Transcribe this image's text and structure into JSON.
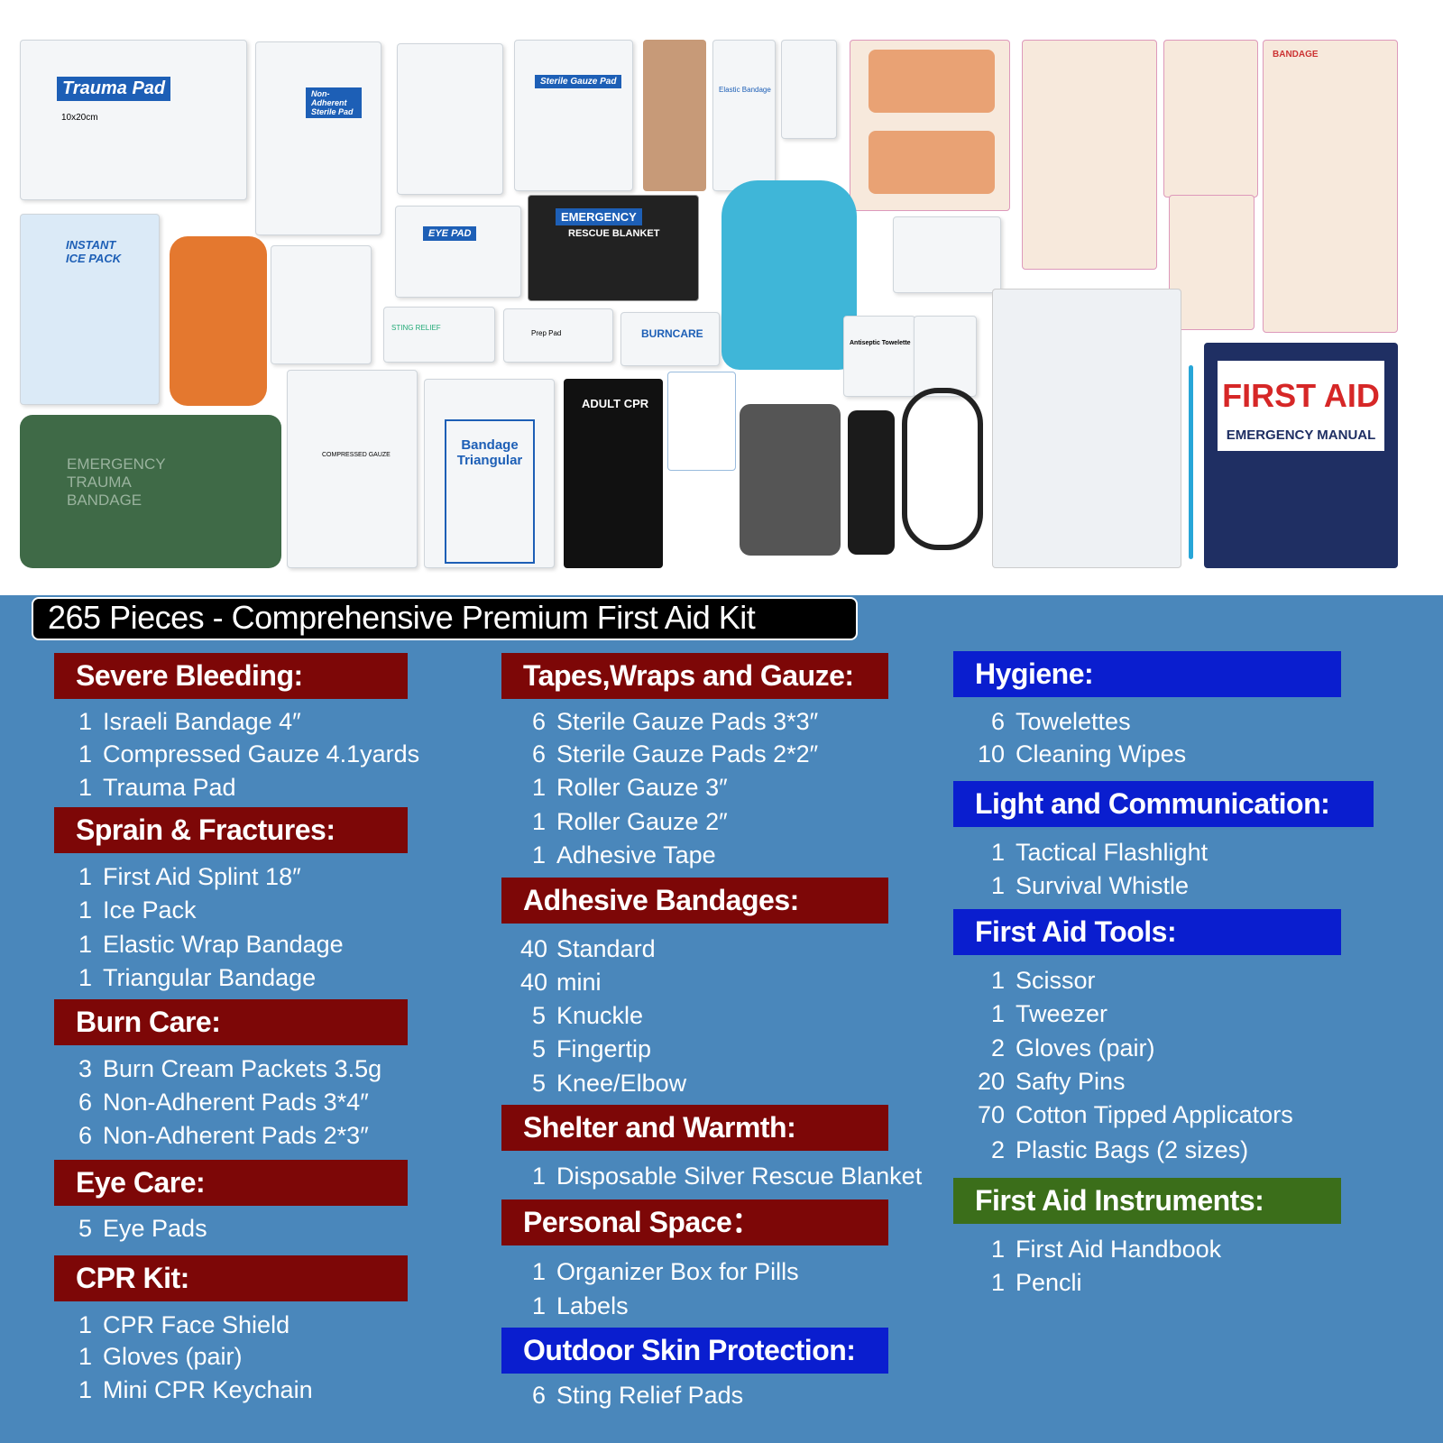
{
  "photo": {
    "trauma_pad": "Trauma Pad",
    "trauma_size": "10x20cm",
    "non_adherent": "Non- Adherent Sterile Pad",
    "sterile_gauze": "Sterile Gauze Pad",
    "elastic": "Elastic Bandage",
    "ice_pack": "INSTANT ICE PACK",
    "eye_pad": "EYE PAD",
    "emergency": "EMERGENCY",
    "rescue": "RESCUE BLANKET",
    "sting": "STING RELIEF",
    "prep": "Prep Pad",
    "burncare": "BURNCARE",
    "towelette": "Antiseptic Towelette",
    "trauma_bandage": "EMERGENCY TRAUMA BANDAGE",
    "compressed": "COMPRESSED GAUZE",
    "triangular": "Bandage Triangular",
    "cpr": "ADULT CPR",
    "manual_title": "FIRST AID",
    "manual_sub": "EMERGENCY MANUAL",
    "bandage_print": "BANDAGE"
  },
  "title": "265 Pieces - Comprehensive Premium First Aid Kit",
  "colors": {
    "background": "#4a87bb",
    "red": "#7d0707",
    "blue": "#0a1ecf",
    "green": "#3b6e1a"
  },
  "columns": [
    [
      {
        "title": "Severe Bleeding:",
        "color": "red",
        "items": [
          [
            "1",
            "Israeli Bandage 4″"
          ],
          [
            "1",
            "Compressed Gauze 4.1yards"
          ],
          [
            "1",
            "Trauma Pad"
          ]
        ]
      },
      {
        "title": "Sprain & Fractures:",
        "color": "red",
        "items": [
          [
            "1",
            "First Aid Splint 18″"
          ],
          [
            "1",
            "Ice Pack"
          ],
          [
            "1",
            "Elastic Wrap Bandage"
          ],
          [
            "1",
            "Triangular Bandage"
          ]
        ]
      },
      {
        "title": "Burn Care:",
        "color": "red",
        "items": [
          [
            "3",
            "Burn Cream Packets  3.5g"
          ],
          [
            "6",
            "Non-Adherent Pads 3*4″"
          ],
          [
            "6",
            "Non-Adherent Pads 2*3″"
          ]
        ]
      },
      {
        "title": "Eye Care:",
        "color": "red",
        "items": [
          [
            "5",
            "Eye Pads"
          ]
        ]
      },
      {
        "title": "CPR Kit:",
        "color": "red",
        "items": [
          [
            "1",
            "CPR Face Shield"
          ],
          [
            "1",
            "Gloves (pair)"
          ],
          [
            "1",
            "Mini CPR Keychain"
          ]
        ]
      }
    ],
    [
      {
        "title": "Tapes,Wraps and Gauze:",
        "color": "red",
        "items": [
          [
            "6",
            "Sterile Gauze Pads 3*3″"
          ],
          [
            "6",
            "Sterile Gauze Pads 2*2″"
          ],
          [
            "1",
            "Roller Gauze 3″"
          ],
          [
            "1",
            "Roller Gauze 2″"
          ],
          [
            "1",
            "Adhesive Tape"
          ]
        ]
      },
      {
        "title": "Adhesive Bandages:",
        "color": "red",
        "items": [
          [
            "40",
            "Standard"
          ],
          [
            "40",
            "mini"
          ],
          [
            "5",
            "Knuckle"
          ],
          [
            "5",
            "Fingertip"
          ],
          [
            "5",
            "Knee/Elbow"
          ]
        ]
      },
      {
        "title": "Shelter and Warmth:",
        "color": "red",
        "items": [
          [
            "1",
            "Disposable Silver Rescue Blanket"
          ]
        ]
      },
      {
        "title": "Personal Space：",
        "color": "red",
        "items": [
          [
            "1",
            "Organizer Box for Pills"
          ],
          [
            "1",
            "Labels"
          ]
        ]
      },
      {
        "title": "Outdoor Skin Protection:",
        "color": "blue",
        "items": [
          [
            "6",
            "Sting Relief Pads"
          ]
        ]
      }
    ],
    [
      {
        "title": "Hygiene:",
        "color": "blue",
        "items": [
          [
            "6",
            "Towelettes"
          ],
          [
            "10",
            "Cleaning Wipes"
          ]
        ]
      },
      {
        "title": "Light and Communication:",
        "color": "blue",
        "items": [
          [
            "1",
            "Tactical Flashlight"
          ],
          [
            "1",
            "Survival Whistle"
          ]
        ]
      },
      {
        "title": "First Aid Tools:",
        "color": "blue",
        "items": [
          [
            "1",
            "Scissor"
          ],
          [
            "1",
            "Tweezer"
          ],
          [
            "2",
            "Gloves (pair)"
          ],
          [
            "20",
            "Safty Pins"
          ],
          [
            "70",
            "Cotton Tipped Applicators"
          ],
          [
            "2",
            "Plastic Bags (2 sizes)"
          ]
        ]
      },
      {
        "title": "First Aid Instruments:",
        "color": "green",
        "items": [
          [
            "1",
            "First Aid Handbook"
          ],
          [
            "1",
            "Pencli"
          ]
        ]
      }
    ]
  ]
}
